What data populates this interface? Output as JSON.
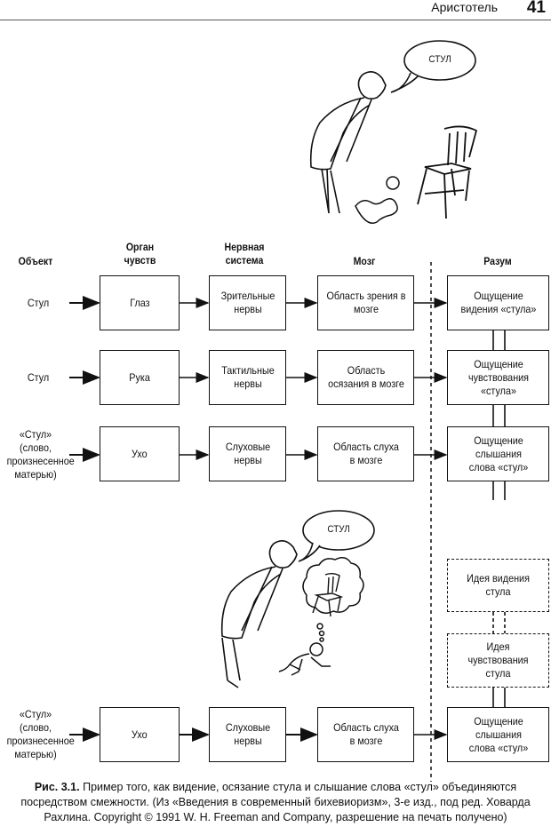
{
  "header": {
    "title": "Аристотель",
    "page_number": "41"
  },
  "illustrations": {
    "top": {
      "speech_bubble": "СТУЛ",
      "description": "mother-points-baby-to-chair"
    },
    "bottom": {
      "speech_bubble": "СТУЛ",
      "description": "mother-says-word-baby-imagines-chair"
    }
  },
  "columns": {
    "object": "Объект",
    "sense_organ": "Орган чувств",
    "nervous_system": "Нервная система",
    "brain": "Мозг",
    "mind": "Разум"
  },
  "rows": [
    {
      "object": "Стул",
      "organ": "Глаз",
      "nerves": "Зрительные нервы",
      "brain": "Область зрения в мозге",
      "mind": "Ощущение видения «стула»"
    },
    {
      "object": "Стул",
      "organ": "Рука",
      "nerves": "Тактильные нервы",
      "brain": "Область осязания в мозге",
      "mind": "Ощущение чувствования «стула»"
    },
    {
      "object": "«Стул» (слово, произнесенное матерью)",
      "organ": "Ухо",
      "nerves": "Слуховые нервы",
      "brain": "Область слуха в мозге",
      "mind": "Ощущение слышания слова «стул»"
    }
  ],
  "bottom_row": {
    "object": "«Стул» (слово, произнесенное матерью)",
    "organ": "Ухо",
    "nerves": "Слуховые нервы",
    "brain": "Область слуха в мозге",
    "mind": "Ощущение слышания слова «стул»",
    "ideas": [
      "Идея видения стула",
      "Идея чувствования стула"
    ]
  },
  "caption": {
    "figure_label": "Рис. 3.1.",
    "text": "Пример того, как видение, осязание стула и слышание слова «стул» объединяются посредством смежности. (Из «Введения в современный бихевиоризм», 3-е изд., под ред. Ховарда Рахлина. Copyright © 1991 W. H. Freeman and Company, разрешение на печать получено)"
  }
}
